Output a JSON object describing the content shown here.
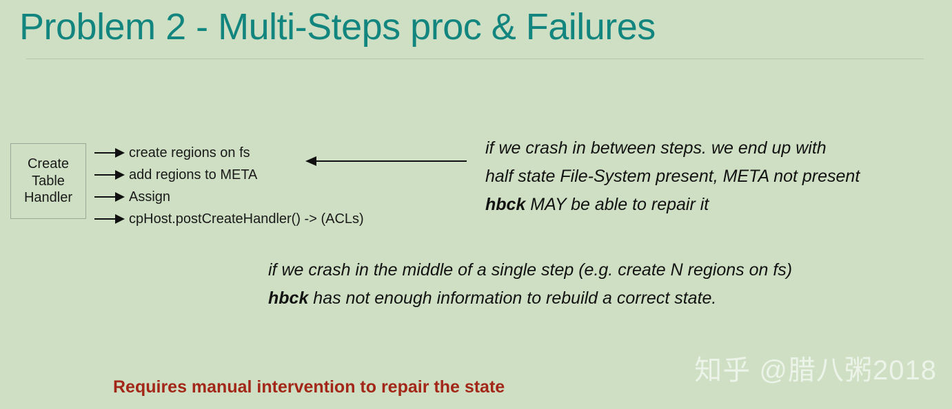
{
  "slide": {
    "title": "Problem 2 - Multi-Steps proc & Failures",
    "background_color": "#cedfc3",
    "title_color": "#13857f",
    "accent_red": "#a32718",
    "rule_color": "#b6c6ab"
  },
  "diagram": {
    "box": {
      "line1": "Create",
      "line2": "Table",
      "line3": "Handler"
    },
    "steps": [
      {
        "arrow": "arrow-right-icon",
        "label": "create regions on fs"
      },
      {
        "arrow": "arrow-right-icon",
        "label": "add regions to META"
      },
      {
        "arrow": "arrow-right-icon",
        "label": "Assign"
      },
      {
        "arrow": "arrow-right-icon",
        "label": "cpHost.postCreateHandler() -> (ACLs)"
      }
    ],
    "back_arrow": "arrow-left-icon"
  },
  "notes": {
    "top": {
      "line1": "if we crash in between steps. we end up with",
      "line2": "half state File-System present, META not present",
      "line3_bold": "hbck",
      "line3_rest": " MAY be able to repair it"
    },
    "bottom": {
      "line1": "if we crash in the middle of a single step (e.g. create N regions on fs)",
      "line2_bold": "hbck",
      "line2_rest": " has not enough information to rebuild a correct state."
    }
  },
  "conclusion": "Requires manual intervention to repair the state",
  "watermark": "知乎 @腊八粥2018"
}
